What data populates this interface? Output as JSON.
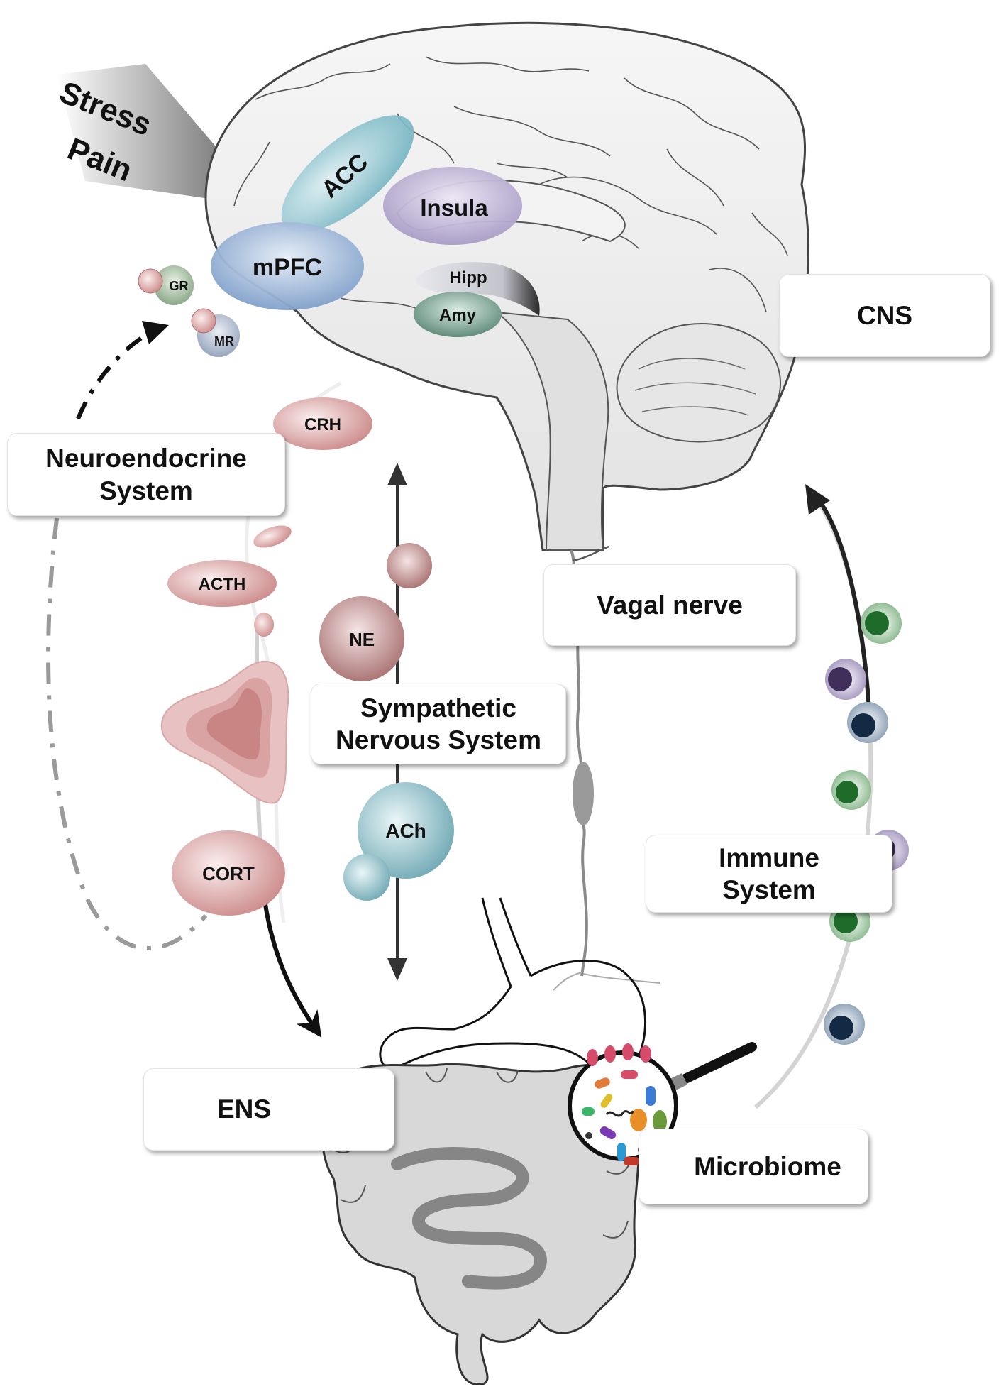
{
  "stressor": {
    "line1": "Stress",
    "line2": "Pain"
  },
  "brain_regions": {
    "acc": "ACC",
    "insula": "Insula",
    "mpfc": "mPFC",
    "hipp": "Hipp",
    "amy": "Amy"
  },
  "receptors": {
    "gr": "GR",
    "mr": "MR"
  },
  "hormones": {
    "crh": "CRH",
    "acth": "ACTH",
    "cort": "CORT"
  },
  "neurotransmitters": {
    "ne": "NE",
    "ach": "ACh"
  },
  "labels": {
    "cns": "CNS",
    "neuroendocrine_line1": "Neuroendocrine",
    "neuroendocrine_line2": "System",
    "vagal": "Vagal nerve",
    "sympathetic_line1": "Sympathetic",
    "sympathetic_line2": "Nervous System",
    "immune_line1": "Immune",
    "immune_line2": "System",
    "ens": "ENS",
    "microbiome": "Microbiome"
  },
  "colors": {
    "neuroendocrine": "#c98a8a",
    "acc": "#7fbcc8",
    "insula": "#a89cc4",
    "mpfc": "#7f9fc9",
    "amy": "#5c8a78",
    "immune_green": "#1f6b2a",
    "immune_purple": "#3f2f5a",
    "immune_navy": "#132a45"
  }
}
